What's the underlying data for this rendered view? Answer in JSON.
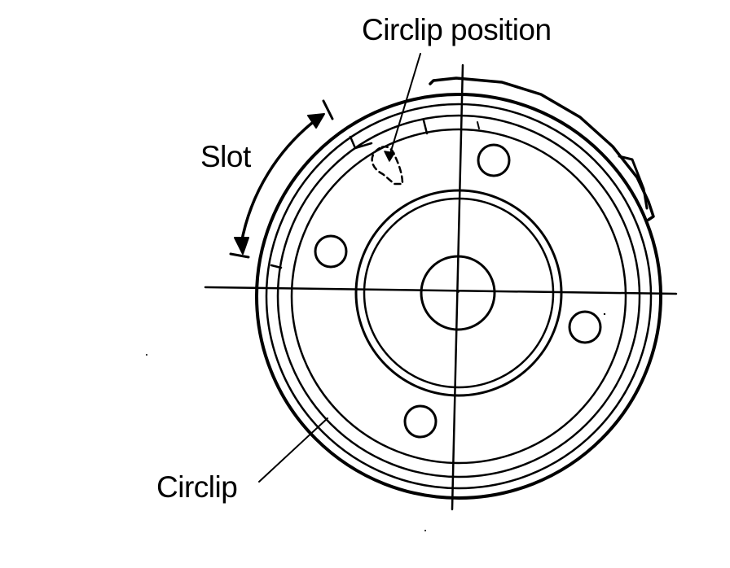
{
  "labels": {
    "circlip_position": "Circlip position",
    "slot": "Slot",
    "circlip": "Circlip"
  },
  "colors": {
    "ink": "#000000",
    "background": "#ffffff"
  }
}
